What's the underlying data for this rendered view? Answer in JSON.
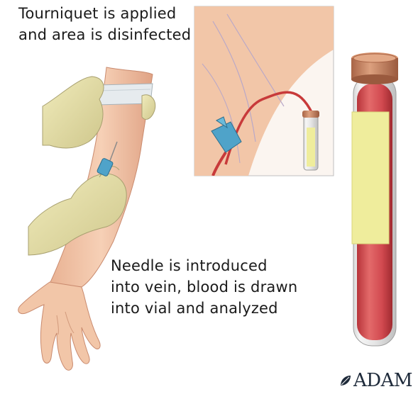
{
  "captions": {
    "top": [
      "Tourniquet is applied",
      "and area is disinfected"
    ],
    "middle": [
      "Needle is introduced",
      "into vein, blood is drawn",
      "into vial and analyzed"
    ]
  },
  "logo": {
    "text": "ADAM",
    "icon": "adam-leaf-icon"
  },
  "colors": {
    "skin": "#f2c6a8",
    "skin_shadow": "#d99a7c",
    "glove": "#e8e2a8",
    "tourniquet": "#e6ebee",
    "blood": "#c83a3a",
    "tube_cap": "#c98a68",
    "tube_label": "#efed9c",
    "needle_hub": "#4fa3c9"
  }
}
